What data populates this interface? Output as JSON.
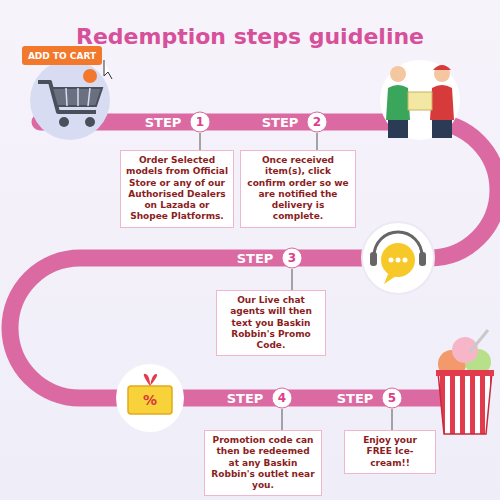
{
  "diagram": {
    "title": "Redemption steps guideline",
    "nodes": [
      {
        "text": [
          "Order Selected models from Official Store or any of our Authorised Dealers on Lazada or Shopee Platforms."
        ]
      },
      {
        "text": [
          "Once received item(s), click confirm order so we are notified the delivery is complete."
        ]
      },
      {
        "text": [
          "Our Live chat agents will then text you Baskin Robbin's Promo Code."
        ]
      },
      {
        "text": [
          "Promotion code can then be redeemed at any Baskin Robbin's outlet near you."
        ]
      },
      {
        "text": [
          "Enjoy your FREE Ice-cream!!"
        ]
      }
    ],
    "labels": [
      "ADD TO CART",
      "STEP",
      "1",
      "STEP",
      "2",
      "STEP",
      "3",
      "%",
      "STEP",
      "4",
      "STEP",
      "5"
    ]
  }
}
